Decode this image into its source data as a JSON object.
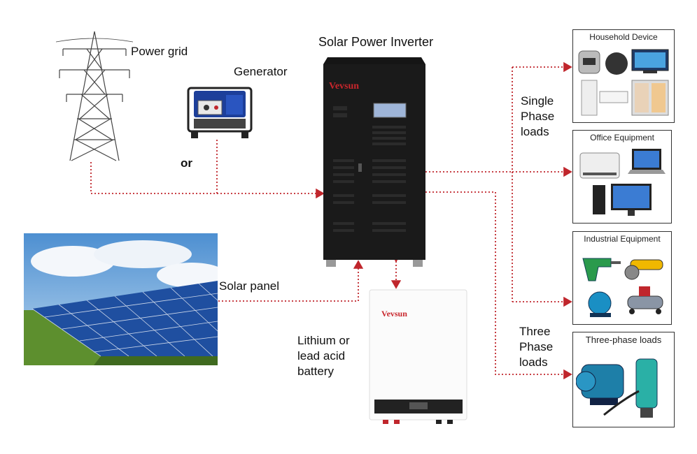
{
  "labels": {
    "power_grid": "Power grid",
    "generator": "Generator",
    "or": "or",
    "inverter": "Solar Power Inverter",
    "solar_panel": "Solar panel",
    "battery_line1": "Lithium or",
    "battery_line2": "lead acid",
    "battery_line3": "battery",
    "single_phase_1": "Single",
    "single_phase_2": "Phase",
    "single_phase_3": "loads",
    "three_phase_1": "Three",
    "three_phase_2": "Phase",
    "three_phase_3": "loads"
  },
  "brand": "Vevsun",
  "load_boxes": {
    "household": "Household Device",
    "office": "Office Equipment",
    "industrial": "Industrial Equipment",
    "three_phase": "Three-phase loads"
  },
  "colors": {
    "arrow": "#c0262c",
    "inverter_body": "#151515",
    "solar_cell": "#1f4fa0",
    "sky": "#6aa7dc",
    "grass": "#5d8f2e"
  }
}
